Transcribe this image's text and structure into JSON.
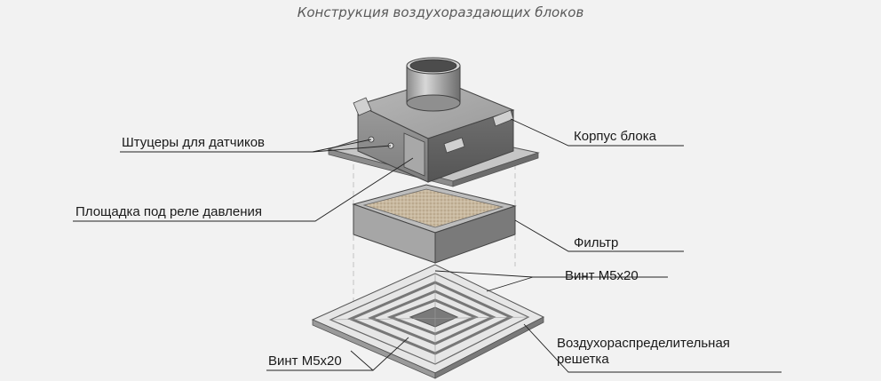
{
  "title": "Конструкция воздухораздающих блоков",
  "labels": {
    "fittings": "Штуцеры для датчиков",
    "relay_pad": "Площадка под реле давления",
    "housing": "Корпус блока",
    "filter": "Фильтр",
    "screw_top": "Винт М5х20",
    "screw_bottom": "Винт М5х20",
    "grille_line1": "Воздухораспределительная",
    "grille_line2": "решетка"
  }
}
